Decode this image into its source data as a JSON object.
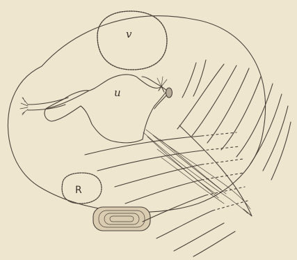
{
  "labels": {
    "v": "v",
    "u": "u",
    "r": "R"
  }
}
